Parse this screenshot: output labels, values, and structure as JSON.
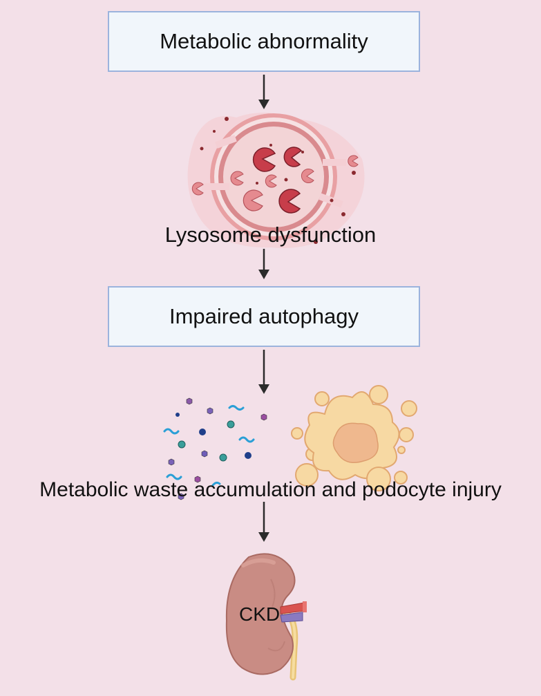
{
  "steps": {
    "metabolic_abnormality": "Metabolic abnormality",
    "lysosome_dysfunction": "Lysosome dysfunction",
    "impaired_autophagy": "Impaired autophagy",
    "waste_and_podocyte": "Metabolic waste accumulation and podocyte injury",
    "ckd": "CKD"
  },
  "icons": {
    "lysosome": "lysosome-icon",
    "waste": "metabolic-waste-icon",
    "podocyte": "podocyte-cell-icon",
    "kidney": "kidney-icon",
    "arrow": "arrow-down-icon"
  },
  "colors": {
    "background": "#f3e0e8",
    "box_fill": "#f1f6fb",
    "box_border": "#9bb3dd",
    "arrow": "#2b2b2b",
    "lysosome": "#c8525a",
    "podocyte": "#f7d9a3",
    "kidney": "#c98c84"
  }
}
